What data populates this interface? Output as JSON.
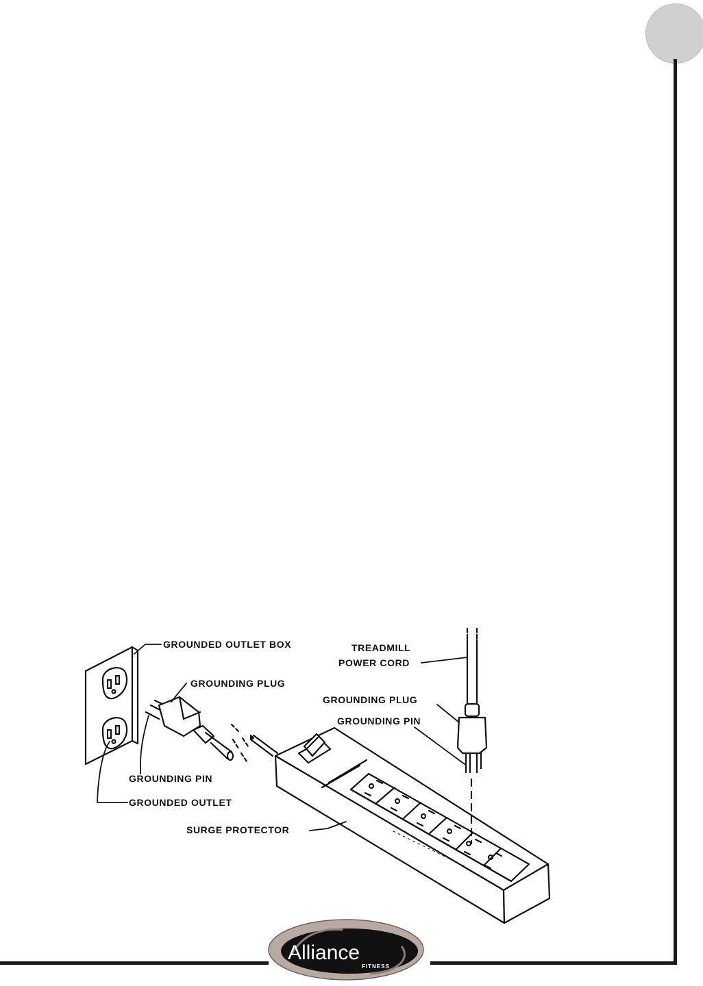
{
  "labels": {
    "grounded_outlet_box": "GROUNDED OUTLET BOX",
    "grounding_plug_left": "GROUNDING PLUG",
    "grounding_pin_left": "GROUNDING PIN",
    "grounded_outlet": "GROUNDED OUTLET",
    "surge_protector": "SURGE PROTECTOR",
    "treadmill_line1": "TREADMILL",
    "treadmill_line2": "POWER CORD",
    "grounding_plug_right": "GROUNDING PLUG",
    "grounding_pin_right": "GROUNDING PIN"
  },
  "logo": {
    "brand": "Alliance",
    "sub": "FITNESS"
  }
}
